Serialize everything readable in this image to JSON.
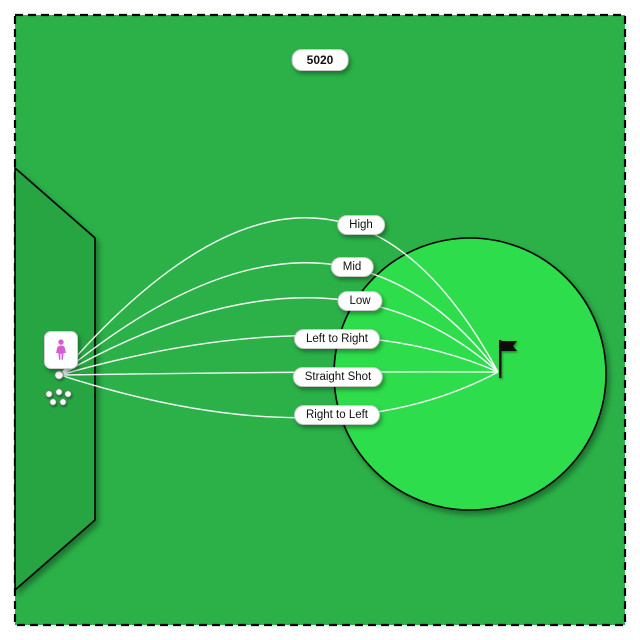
{
  "hole": {
    "id_label": "5020"
  },
  "shot_options": [
    {
      "label": "High"
    },
    {
      "label": "Mid"
    },
    {
      "label": "Low"
    },
    {
      "label": "Left to Right"
    },
    {
      "label": "Straight Shot"
    },
    {
      "label": "Right to Left"
    }
  ],
  "icons": {
    "player": "person-pictogram",
    "flag": "black-flag",
    "ball": "white-dot",
    "ball_cluster": "five-white-dots"
  },
  "colors": {
    "fairway_green": "#2bb148",
    "tee_box_green": "#27a542",
    "putting_green": "#2fdd4b",
    "border": "#000000",
    "trajectory_line": "#ffffff",
    "player_icon": "#d45fd4",
    "flag": "#111111"
  }
}
